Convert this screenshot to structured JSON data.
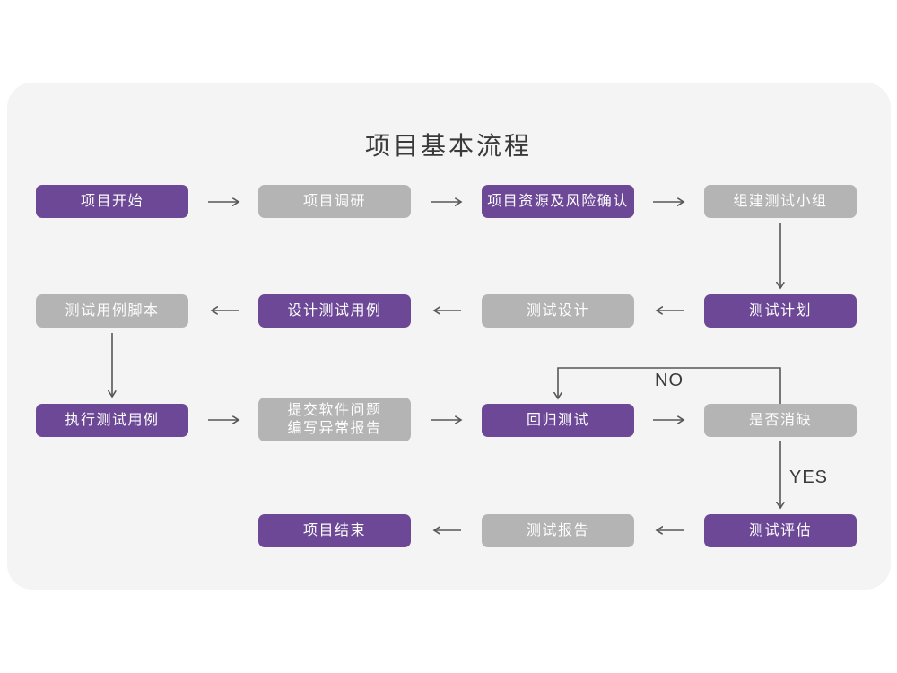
{
  "title": "项目基本流程",
  "colors": {
    "purple": "#6c4896",
    "gray": "#b5b4b4",
    "arrow": "#57575a",
    "titlecolor": "#3a3a3a",
    "card": "#f5f4f4"
  },
  "nodes": {
    "start": "项目开始",
    "research": "项目调研",
    "risk": "项目资源及风险确认",
    "team": "组建测试小组",
    "plan": "测试计划",
    "design": "测试设计",
    "case_design": "设计测试用例",
    "case_script": "测试用例脚本",
    "execute": "执行测试用例",
    "submit1": "提交软件问题",
    "submit2": "编写异常报告",
    "regression": "回归测试",
    "defect_check": "是否消缺",
    "evaluate": "测试评估",
    "report": "测试报告",
    "end": "项目结束"
  },
  "labels": {
    "no": "NO",
    "yes": "YES"
  }
}
